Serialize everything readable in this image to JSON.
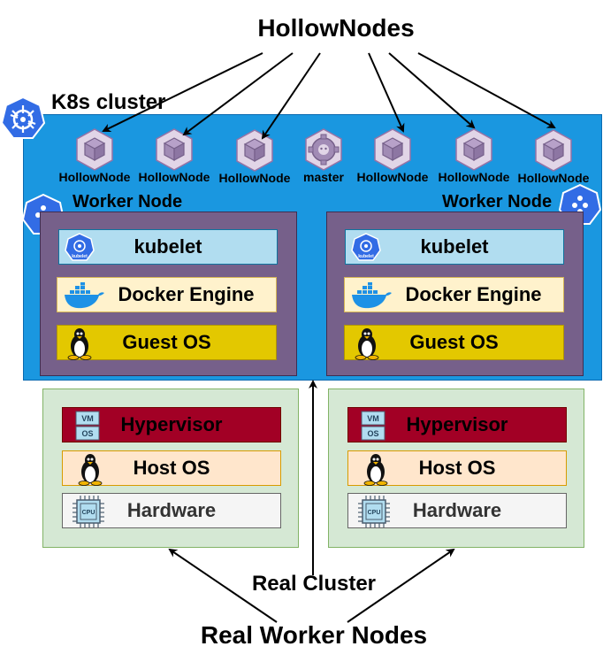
{
  "titles": {
    "hollow_nodes": "HollowNodes",
    "k8s_cluster": "K8s cluster",
    "real_cluster": "Real Cluster",
    "real_worker_nodes": "Real Worker Nodes"
  },
  "top_nodes": [
    {
      "label": "HollowNode",
      "icon": "cube-icon"
    },
    {
      "label": "HollowNode",
      "icon": "cube-icon"
    },
    {
      "label": "HollowNode",
      "icon": "cube-icon"
    },
    {
      "label": "master",
      "icon": "gear-icon"
    },
    {
      "label": "HollowNode",
      "icon": "cube-icon"
    },
    {
      "label": "HollowNode",
      "icon": "cube-icon"
    },
    {
      "label": "HollowNode",
      "icon": "cube-icon"
    }
  ],
  "worker_nodes": [
    {
      "label": "Worker Node",
      "kubelet": "kubelet",
      "kubelet_icon_text": "kubelet",
      "docker": "Docker Engine",
      "guest_os": "Guest OS"
    },
    {
      "label": "Worker Node",
      "kubelet": "kubelet",
      "kubelet_icon_text": "kubelet",
      "docker": "Docker Engine",
      "guest_os": "Guest OS"
    }
  ],
  "real_nodes": [
    {
      "hypervisor": "Hypervisor",
      "host_os": "Host OS",
      "hardware": "Hardware",
      "vm_label": "VM",
      "os_label": "OS",
      "cpu_label": "CPU"
    },
    {
      "hypervisor": "Hypervisor",
      "host_os": "Host OS",
      "hardware": "Hardware",
      "vm_label": "VM",
      "os_label": "OS",
      "cpu_label": "CPU"
    }
  ],
  "colors": {
    "cluster": "#1a97e0",
    "worker": "#76608a",
    "kubelet": "#b1ddf0",
    "docker": "#fff2cc",
    "guest_os": "#e3c800",
    "real_node": "#d5e8d4",
    "hypervisor": "#a20025",
    "host_os": "#ffe6cc",
    "hardware": "#f5f5f5",
    "k8s_blue": "#326ce5",
    "hollow_purple": "#e1d5e7"
  }
}
